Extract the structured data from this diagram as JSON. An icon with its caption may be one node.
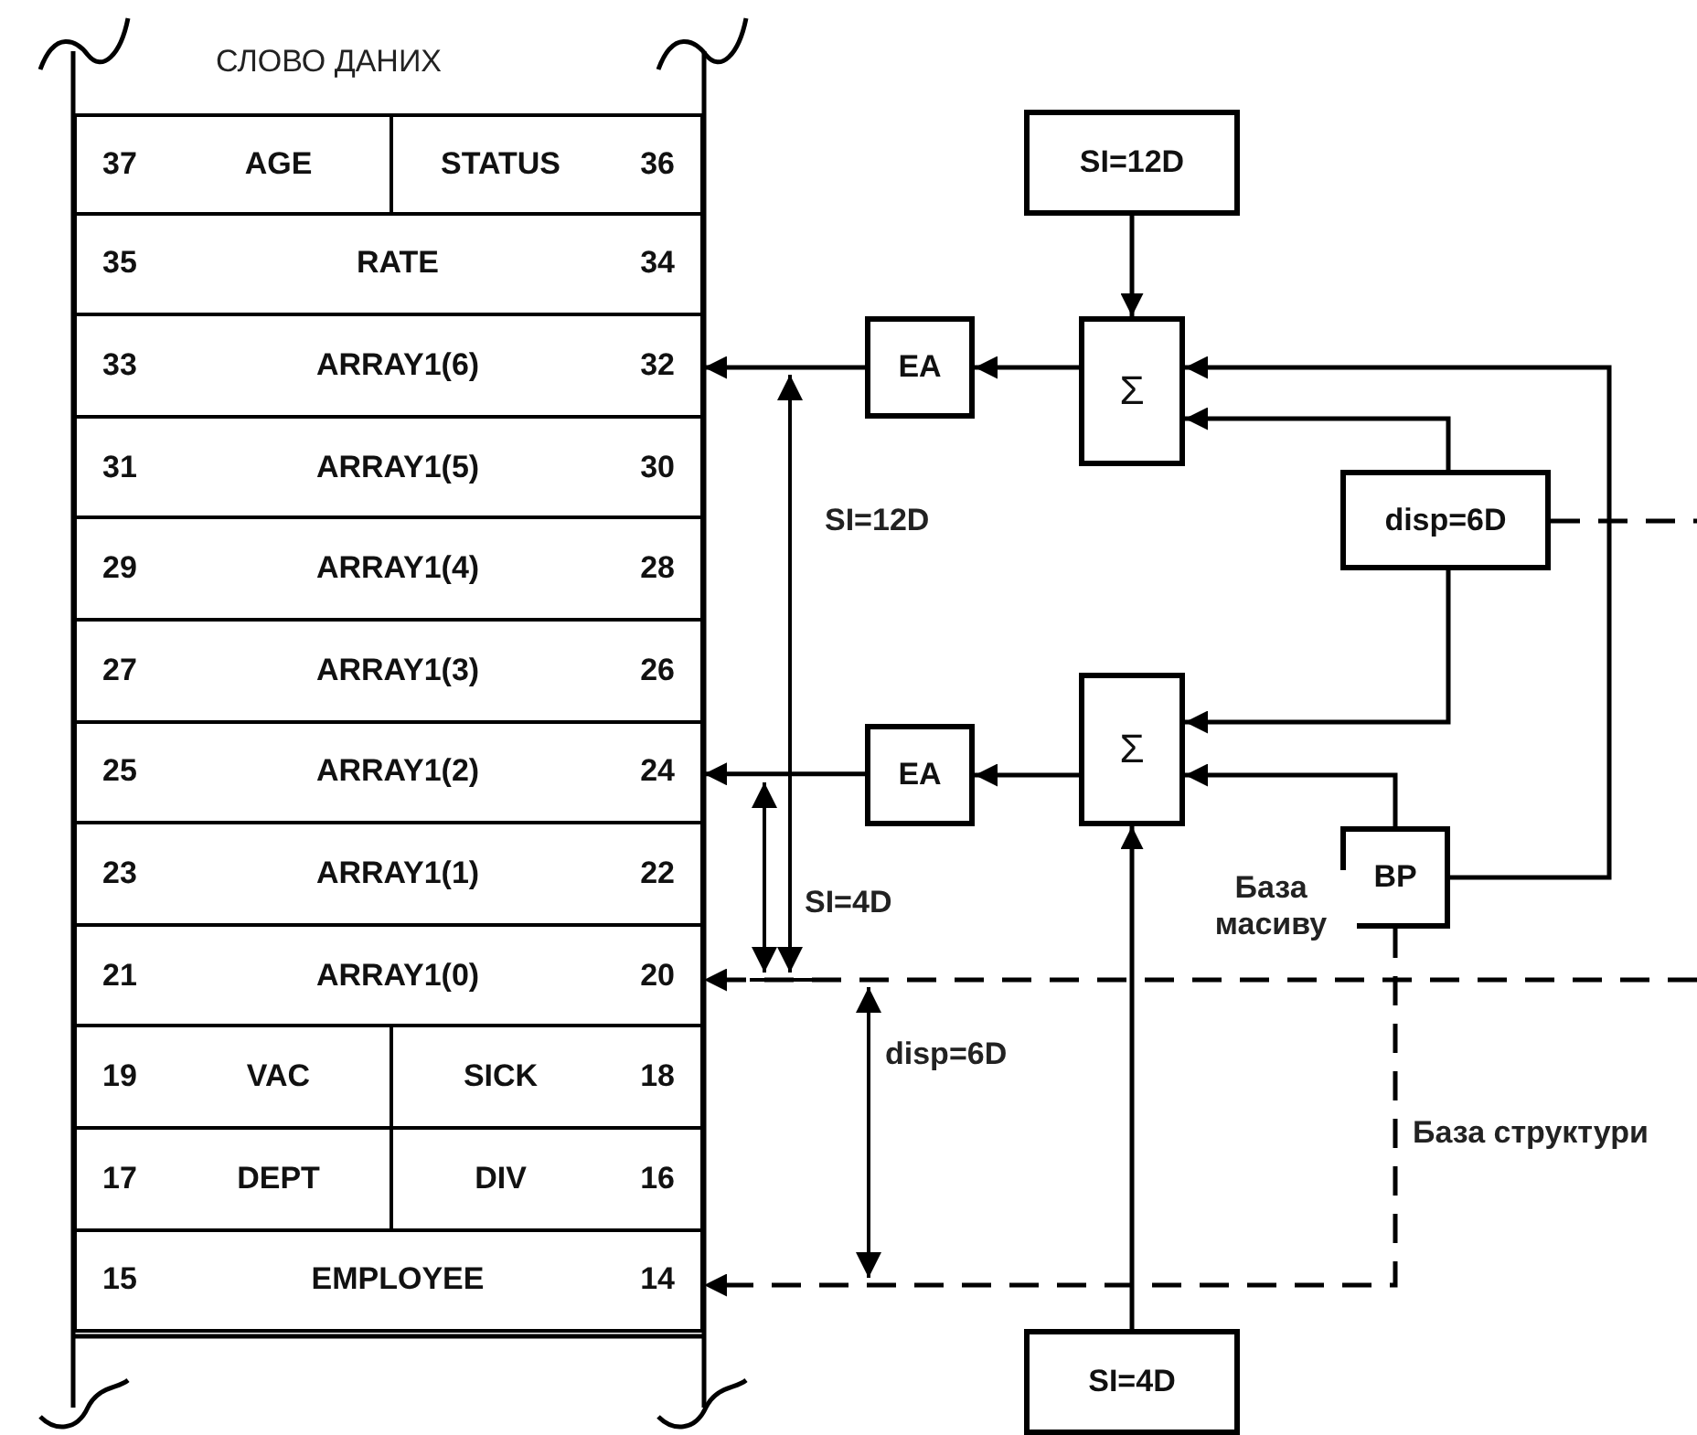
{
  "diagram": {
    "nodes": [
      {
        "text": [
          "37",
          "AGE",
          "STATUS",
          "36"
        ]
      },
      {
        "text": [
          "35",
          "RATE",
          "34"
        ]
      },
      {
        "text": [
          "33",
          "ARRAY1(6)",
          "32"
        ]
      },
      {
        "text": [
          "31",
          "ARRAY1(5)",
          "30"
        ]
      },
      {
        "text": [
          "29",
          "ARRAY1(4)",
          "28"
        ]
      },
      {
        "text": [
          "27",
          "ARRAY1(3)",
          "26"
        ]
      },
      {
        "text": [
          "25",
          "ARRAY1(2)",
          "24"
        ]
      },
      {
        "text": [
          "23",
          "ARRAY1(1)",
          "22"
        ]
      },
      {
        "text": [
          "21",
          "ARRAY1(0)",
          "20"
        ]
      },
      {
        "text": [
          "19",
          "VAC",
          "SICK",
          "18"
        ]
      },
      {
        "text": [
          "17",
          "DEPT",
          "DIV",
          "16"
        ]
      },
      {
        "text": [
          "15",
          "EMPLOYEE",
          "14"
        ]
      },
      {
        "text": [
          "SI=12D"
        ]
      },
      {
        "text": [
          "EA"
        ]
      },
      {
        "text": [
          "Σ"
        ]
      },
      {
        "text": [
          "disp=6D"
        ]
      },
      {
        "text": [
          "EA"
        ]
      },
      {
        "text": [
          "Σ"
        ]
      },
      {
        "text": [
          "BP"
        ]
      },
      {
        "text": [
          "SI=4D"
        ]
      }
    ],
    "edges": [
      {
        "from": 12,
        "to": 14,
        "arrow": "to"
      },
      {
        "from": 14,
        "to": 13,
        "arrow": "to"
      },
      {
        "from": 13,
        "to": 2,
        "arrow": "to"
      },
      {
        "from": 15,
        "to": 14,
        "arrow": "to"
      },
      {
        "from": 18,
        "to": 14,
        "arrow": "to"
      },
      {
        "from": 15,
        "to": null,
        "arrow": "none",
        "style": "dashed"
      },
      {
        "from": 15,
        "to": 17,
        "arrow": "to"
      },
      {
        "from": 18,
        "to": 17,
        "arrow": "to"
      },
      {
        "from": 17,
        "to": 16,
        "arrow": "to"
      },
      {
        "from": 16,
        "to": 6,
        "arrow": "to"
      },
      {
        "from": 19,
        "to": 17,
        "arrow": "to"
      },
      {
        "from": null,
        "to": 8,
        "arrow": "to",
        "style": "dashed",
        "label": "База масиву"
      },
      {
        "from": 18,
        "to": 11,
        "arrow": "to",
        "style": "dashed",
        "label": "База структури"
      }
    ],
    "labels": [
      "СЛОВО ДАНИХ",
      "SI=12D",
      "SI=4D",
      "disp=6D"
    ]
  }
}
